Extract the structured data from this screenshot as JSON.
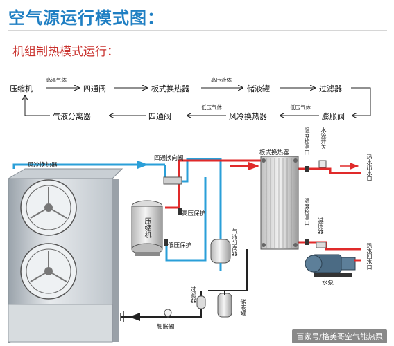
{
  "header": {
    "title": "空气源运行模式图：",
    "subtitle": "机组制热模式运行："
  },
  "flow": {
    "top": [
      "压缩机",
      "四通阀",
      "板式换热器",
      "储液罐",
      "过滤器"
    ],
    "top_edges": [
      "高温气体",
      "",
      "高压液体",
      ""
    ],
    "bottom": [
      "气液分离器",
      "四通阀",
      "风冷换热器",
      "膨胀阀"
    ],
    "bottom_edges": [
      "",
      "低压气体",
      "低压气体"
    ]
  },
  "schematic": {
    "air_exchanger": "风冷换热器",
    "four_way_valve": "四通换向阀",
    "compressor": "压缩机",
    "high_pressure_protect": "高压保护",
    "low_pressure_protect": "低压保护",
    "gas_liquid_separator": "气液分离器",
    "plate_exchanger": "板式换热器",
    "temp_port_out": "温度检测口",
    "water_flow_switch": "水流开关",
    "hot_water_out": "热水出水口",
    "temp_port_in": "温度检测口",
    "pressure_reducer": "减压器",
    "water_pump": "水泵",
    "hot_water_return": "热水回水口",
    "filter": "过滤器",
    "receiver": "储液罐",
    "expansion_valve": "膨胀阀"
  },
  "watermark": "百家号/格美哥空气能热泵",
  "colors": {
    "title": "#1f7fc3",
    "subtitle": "#c9302c",
    "hot": "#e02a2a",
    "cold": "#2a9fd8",
    "pipe": "#222222"
  }
}
